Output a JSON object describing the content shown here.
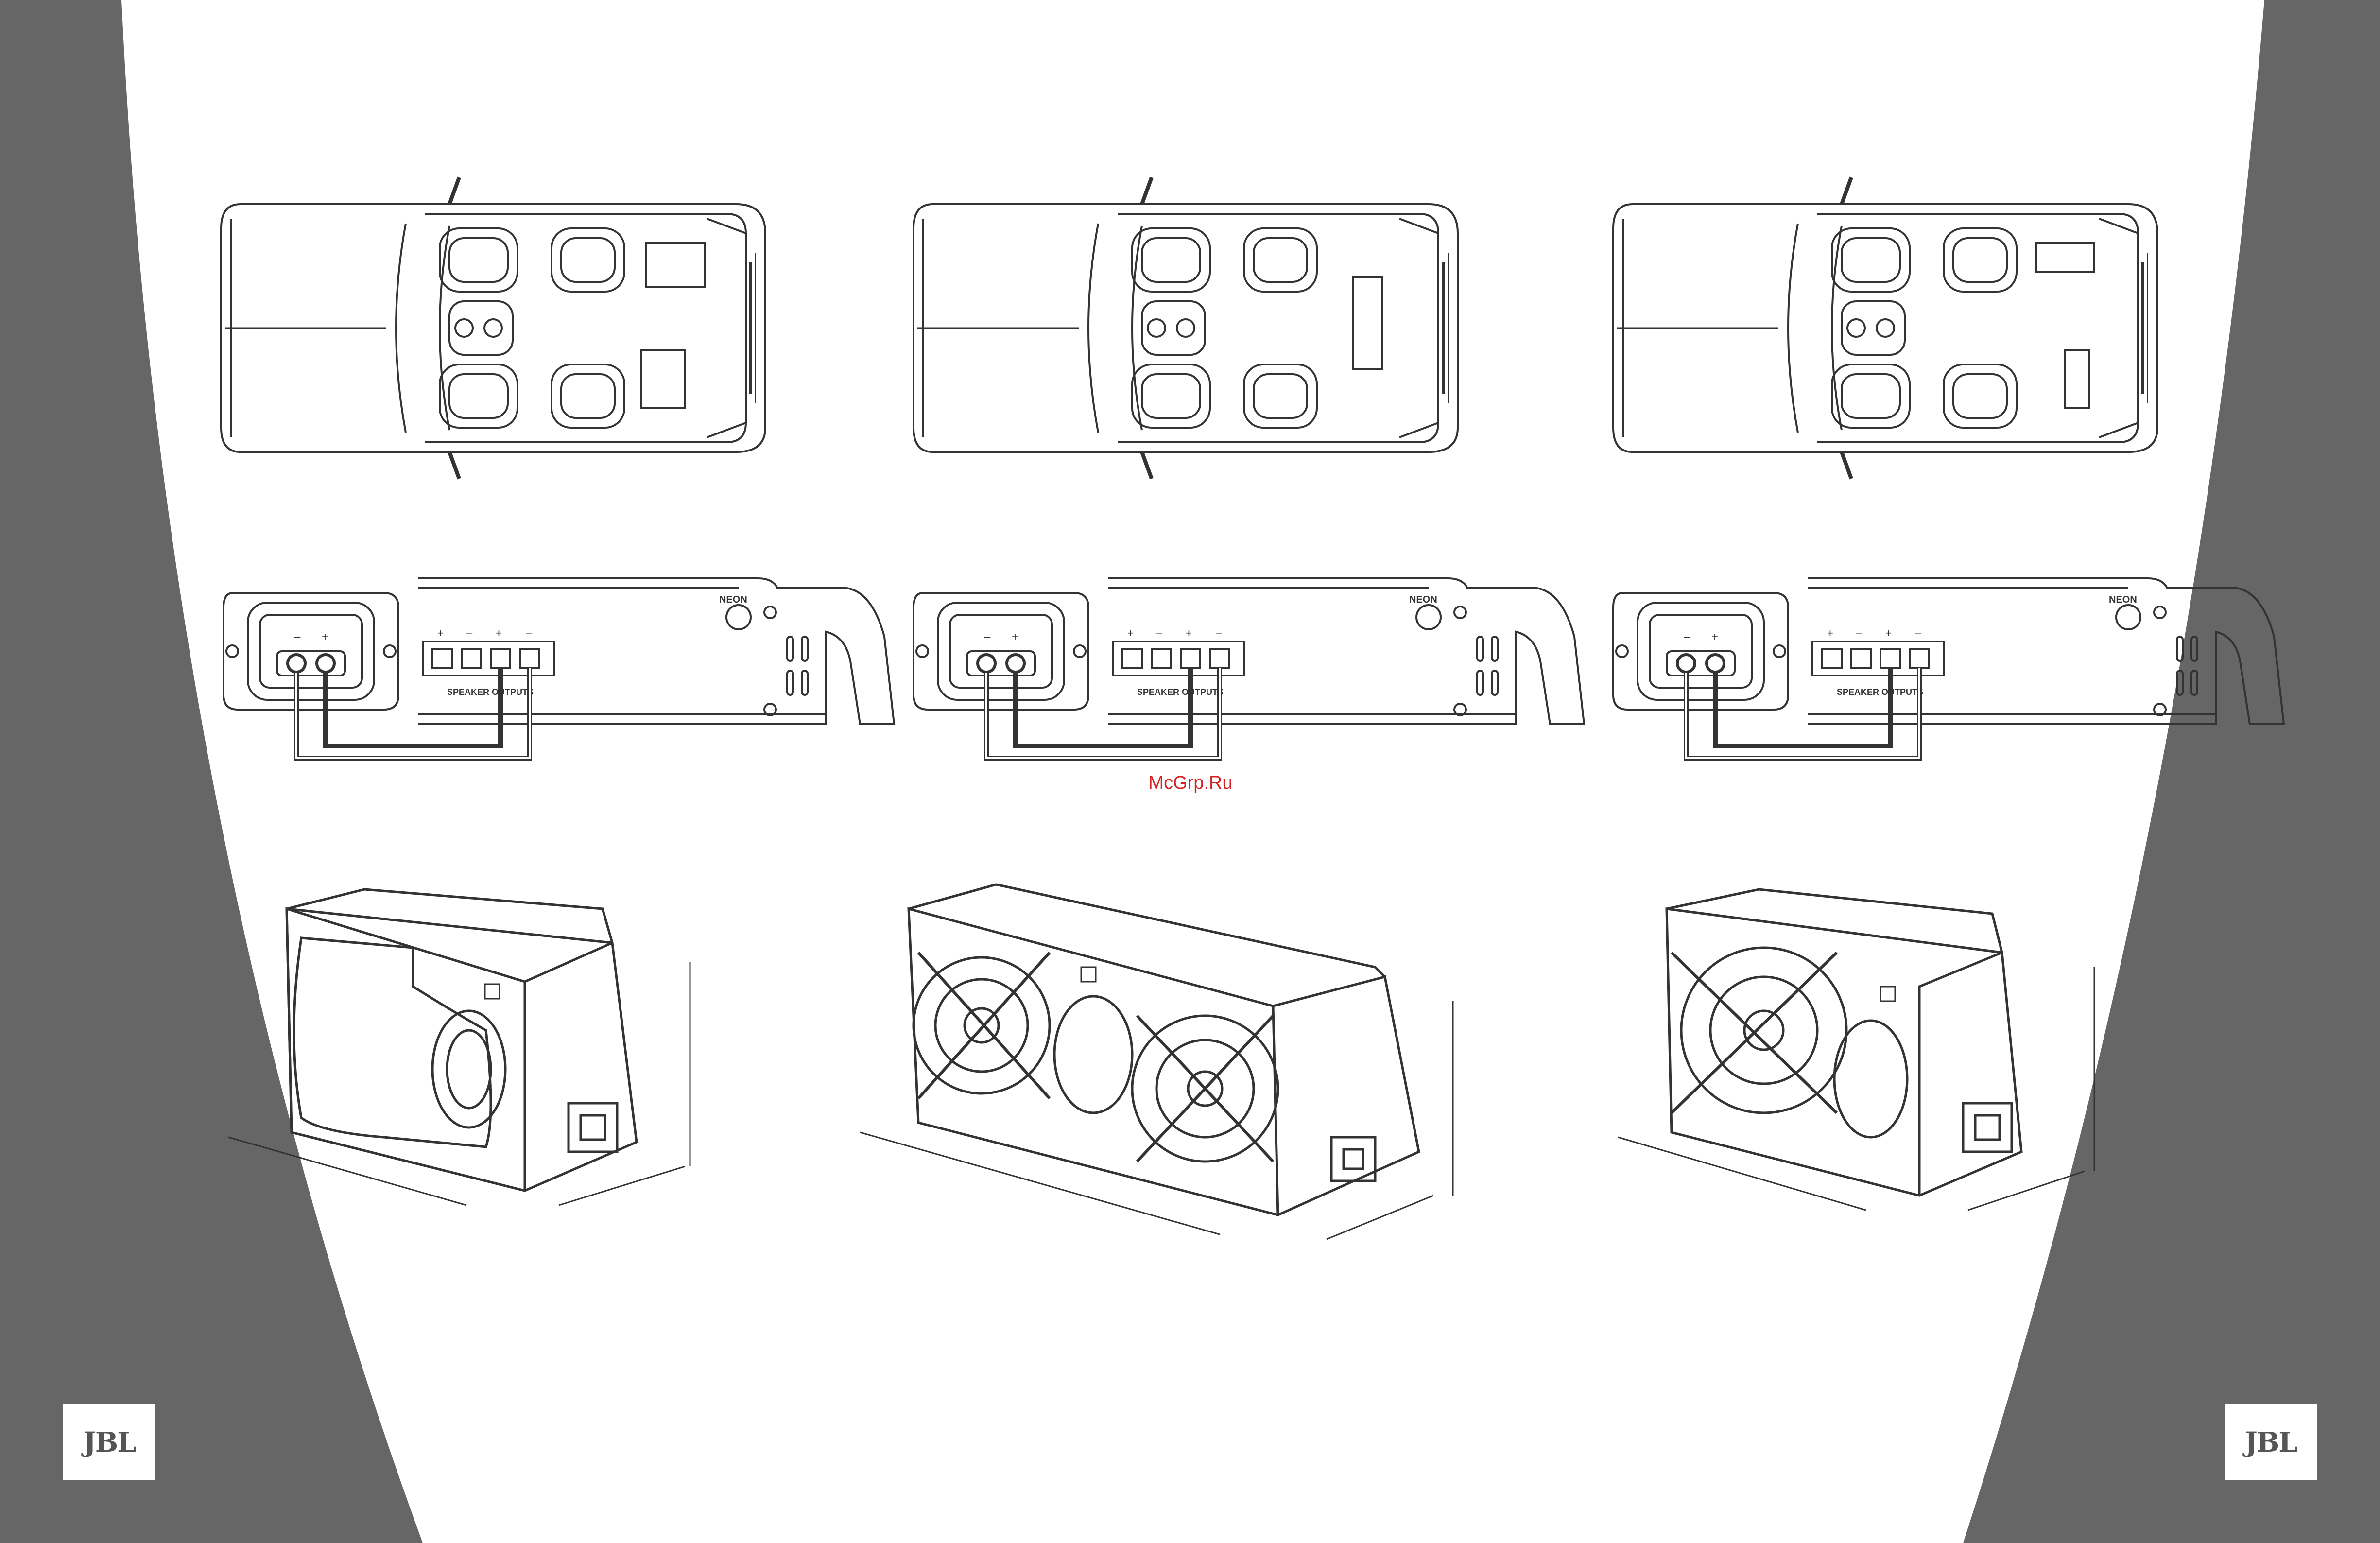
{
  "brand": {
    "logo_text": "JBL"
  },
  "watermark": "McGrp.Ru",
  "amp_labels": {
    "neon": "NEON",
    "speaker_outputs": "SPEAKER OUTPUTS"
  },
  "polarity": {
    "plus": "+",
    "minus": "–"
  },
  "enclosure_badge": "JBL",
  "colors": {
    "background": "#666666",
    "page": "#ffffff",
    "line": "#333333",
    "watermark": "#d32020"
  }
}
